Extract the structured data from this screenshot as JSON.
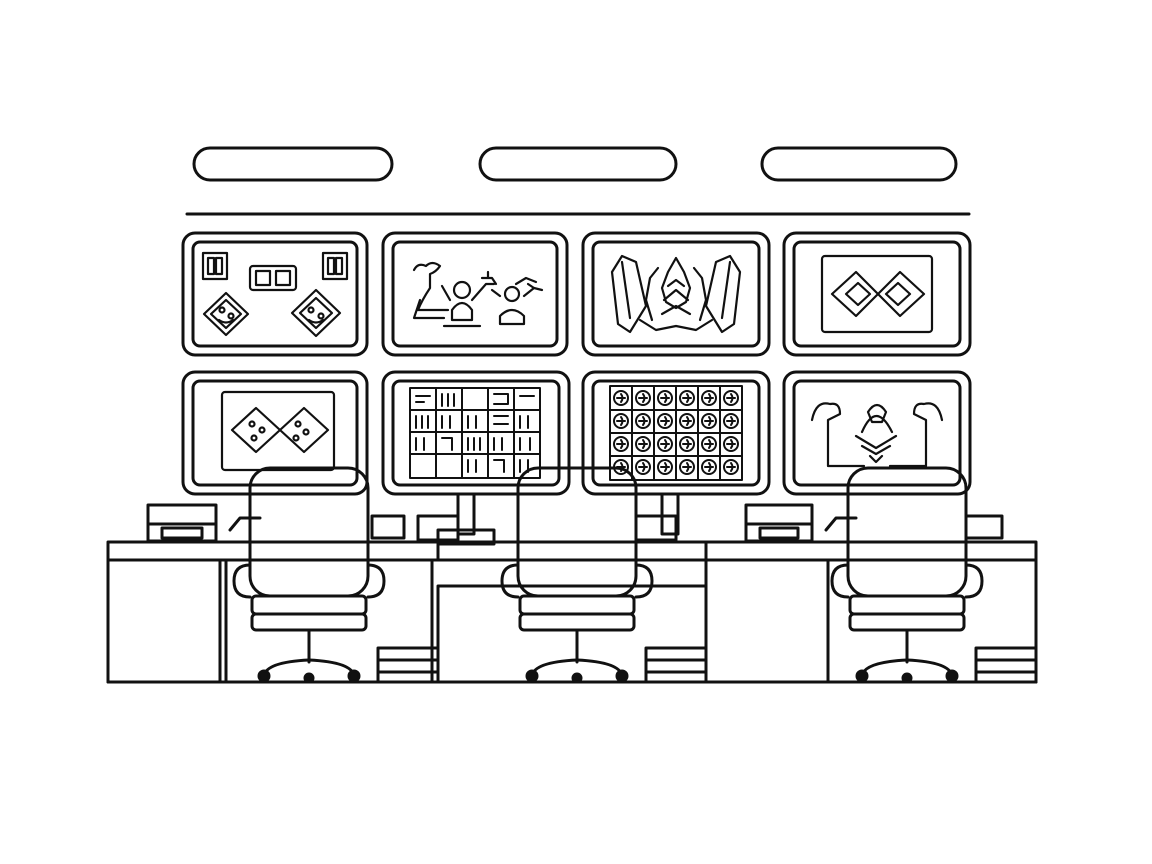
{
  "colors": {
    "ink": "#111111",
    "paper": "#ffffff"
  },
  "monitors": [
    {
      "row": 1,
      "col": 1,
      "content": "diamond-tiles-icon"
    },
    {
      "row": 1,
      "col": 2,
      "content": "robot-figures-icon"
    },
    {
      "row": 1,
      "col": 3,
      "content": "crystal-cluster-icon"
    },
    {
      "row": 1,
      "col": 4,
      "content": "double-diamond-icon"
    },
    {
      "row": 2,
      "col": 1,
      "content": "double-diamond-dots-icon"
    },
    {
      "row": 2,
      "col": 2,
      "content": "data-grid-icon"
    },
    {
      "row": 2,
      "col": 3,
      "content": "coin-grid-icon"
    },
    {
      "row": 2,
      "col": 4,
      "content": "figure-raised-arms-icon"
    }
  ],
  "workstations": [
    {
      "name": "left"
    },
    {
      "name": "center"
    },
    {
      "name": "right"
    }
  ]
}
